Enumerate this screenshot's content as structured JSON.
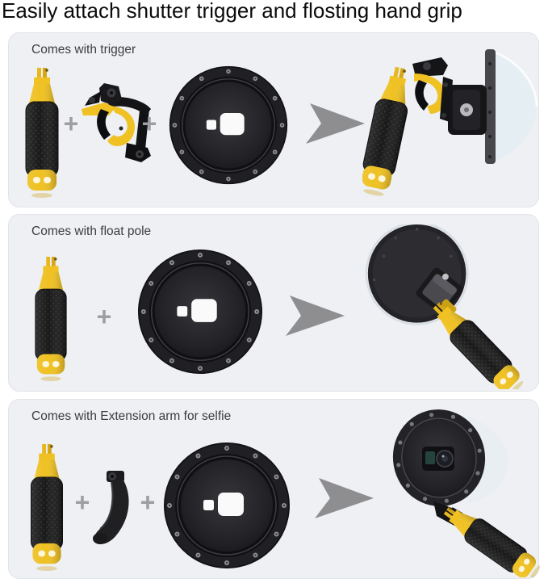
{
  "page": {
    "title": "Easily attach shutter trigger and flosting hand grip"
  },
  "symbols": {
    "plus": "+"
  },
  "colors": {
    "accent_yellow": "#efc122",
    "part_black": "#161618",
    "panel_bg": "#eef0f3",
    "panel_border": "#e1e4e8",
    "plus_gray": "#9e9ea1",
    "arrow_gray": "#8e8e90",
    "title_text": "#0b0b0b",
    "label_text": "#3d3d3f"
  },
  "panels": [
    {
      "label": "Comes with trigger",
      "parts": [
        "floating-hand-grip",
        "shutter-trigger",
        "dome-port"
      ],
      "result": "dome-port-assembled-with-trigger-and-grip"
    },
    {
      "label": "Comes with float pole",
      "parts": [
        "floating-hand-grip",
        "dome-port"
      ],
      "result": "dome-port-assembled-with-float-pole"
    },
    {
      "label": "Comes with Extension arm for selfie",
      "parts": [
        "floating-hand-grip",
        "extension-arm",
        "dome-port"
      ],
      "result": "dome-port-assembled-with-extension-arm"
    }
  ]
}
